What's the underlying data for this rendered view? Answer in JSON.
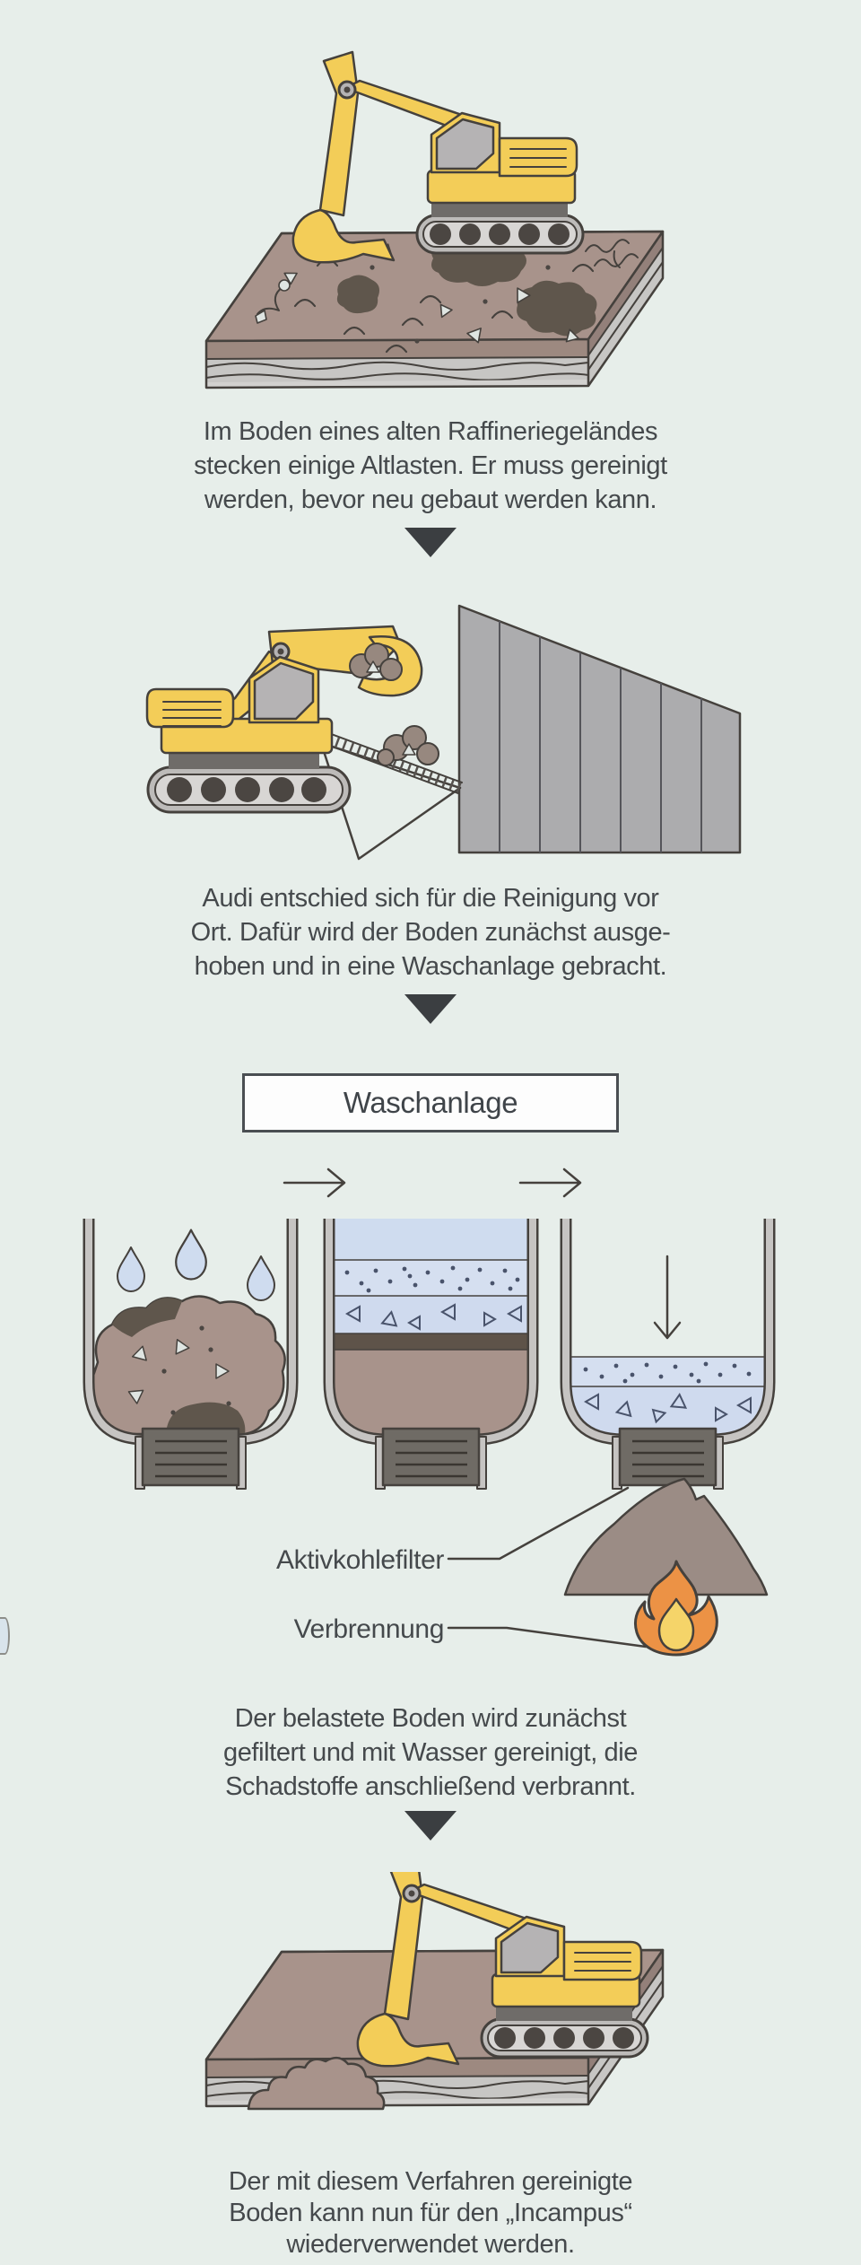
{
  "palette": {
    "bg": "#e7eeea",
    "text": "#45494c",
    "outline": "#45413d",
    "yellow": "#f3cd58",
    "cab": "#b5b3b4",
    "soil": "#a8938b",
    "soil_dark": "#5f564c",
    "water": "#cfdcef",
    "fire_o": "#ec9245",
    "fire_y": "#f5d469",
    "build": "#acacae",
    "arrow": "#3b3e41",
    "filter": "#6f6b65",
    "darkband": "#5e5349",
    "mound": "#9b8c85",
    "box": "#fdfdfd"
  },
  "icons": {
    "section_separator": "down-arrow",
    "process_flow": "right-arrow",
    "water": "water-drop",
    "burning": "fire-flame",
    "settling": "thin-down-arrow"
  },
  "sections": [
    {
      "illustration": "excavator-on-contaminated-soil",
      "caption_lines": [
        "Im Boden eines alten Raffineriegeländes",
        "stecken einige Altlasten. Er muss gereinigt",
        "werden, bevor neu gebaut werden kann."
      ]
    },
    {
      "illustration": "excavator-loading-washing-plant",
      "caption_lines": [
        "Audi entschied sich für die Reinigung vor",
        "Ort. Dafür wird der Boden zunächst ausge-",
        "hoben und in eine Waschanlage gebracht."
      ]
    },
    {
      "illustration": "washing-plant-vessels",
      "caption_lines": [
        "Der belastete Boden wird zunächst",
        "gefiltert und mit Wasser gereinigt, die",
        "Schadstoffe anschließend verbrannt."
      ]
    },
    {
      "illustration": "excavator-on-clean-soil",
      "caption_lines": [
        "Der mit diesem Verfahren gereinigte",
        "Boden kann nun für den „Incampus“",
        "wiederverwendet werden."
      ]
    }
  ],
  "washing_plant": {
    "title": "Waschanlage",
    "filter_label": "Aktivkohlefilter",
    "burning_label": "Verbrennung"
  }
}
